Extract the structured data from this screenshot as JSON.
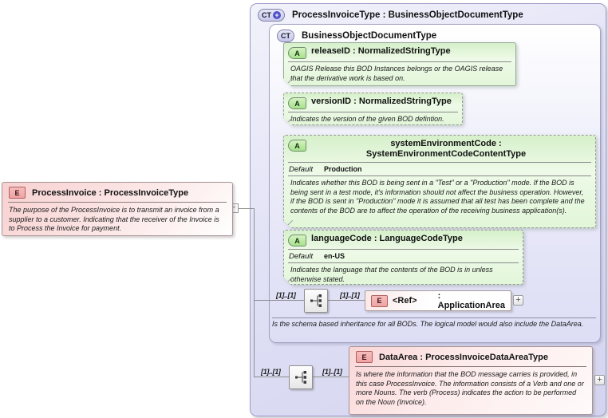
{
  "icons": {
    "element": "E",
    "attribute": "A",
    "complex_type": "CT",
    "plus": "+",
    "expand": "+",
    "collapse": "−"
  },
  "labels": {
    "default": "Default"
  },
  "colors": {
    "element_fill": "#f8d0d0",
    "element_badge": "#f2b0b0",
    "attribute_fill": "#e7f8de",
    "attribute_badge": "#aee295",
    "complex_container_fill": "#dcdcf4",
    "complex_badge": "#cfcfef",
    "plus_circle": "#5050c8",
    "connector_line": "#8f8f8f"
  },
  "root_element": {
    "title": "ProcessInvoice : ProcessInvoiceType",
    "description": "The purpose of the ProcessInvoice is to transmit an invoice from a supplier to a customer. Indicating that the receiver of the Invoice is to Process the Invoice for payment."
  },
  "type_container": {
    "title": "ProcessInvoiceType : BusinessObjectDocumentType"
  },
  "base_type": {
    "title": "BusinessObjectDocumentType",
    "attributes": [
      {
        "title": "releaseID : NormalizedStringType",
        "note": "OAGIS Release this BOD Instances belongs or the OAGIS release that the derivative work is based on."
      },
      {
        "title": "versionID : NormalizedStringType",
        "note": "Indicates the version of the given BOD defintion."
      },
      {
        "title": "systemEnvironmentCode : SystemEnvironmentCodeContentType",
        "default": "Production",
        "note": "Indicates whether this BOD is being sent in a \"Test\" or a \"Production\" mode. If the BOD is being sent in a test mode, it's information should not affect the business operation. However, if the BOD is sent in \"Production\" mode it is assumed that all test has been complete and the contents of the BOD are to affect the operation of the receiving business application(s)."
      },
      {
        "title": "languageCode : LanguageCodeType",
        "default": "en-US",
        "note": "Indicates the language that the contents of the BOD is in unless otherwise stated."
      }
    ],
    "description": "Is the schema based inheritance for all BODs. The logical model would also include the DataArea."
  },
  "application_area_ref": {
    "cardinality_left": "[1]..[1]",
    "cardinality_right": "[1]..[1]",
    "name": "<Ref>",
    "type": ": ApplicationArea"
  },
  "data_area": {
    "cardinality_left": "[1]..[1]",
    "cardinality_right": "[1]..[1]",
    "title": "DataArea : ProcessInvoiceDataAreaType",
    "description": "Is where the information that the BOD message carries is provided, in this case ProcessInvoice. The information consists of a Verb and one or more Nouns. The verb (Process) indicates the action to be performed on the Noun (Invoice)."
  }
}
